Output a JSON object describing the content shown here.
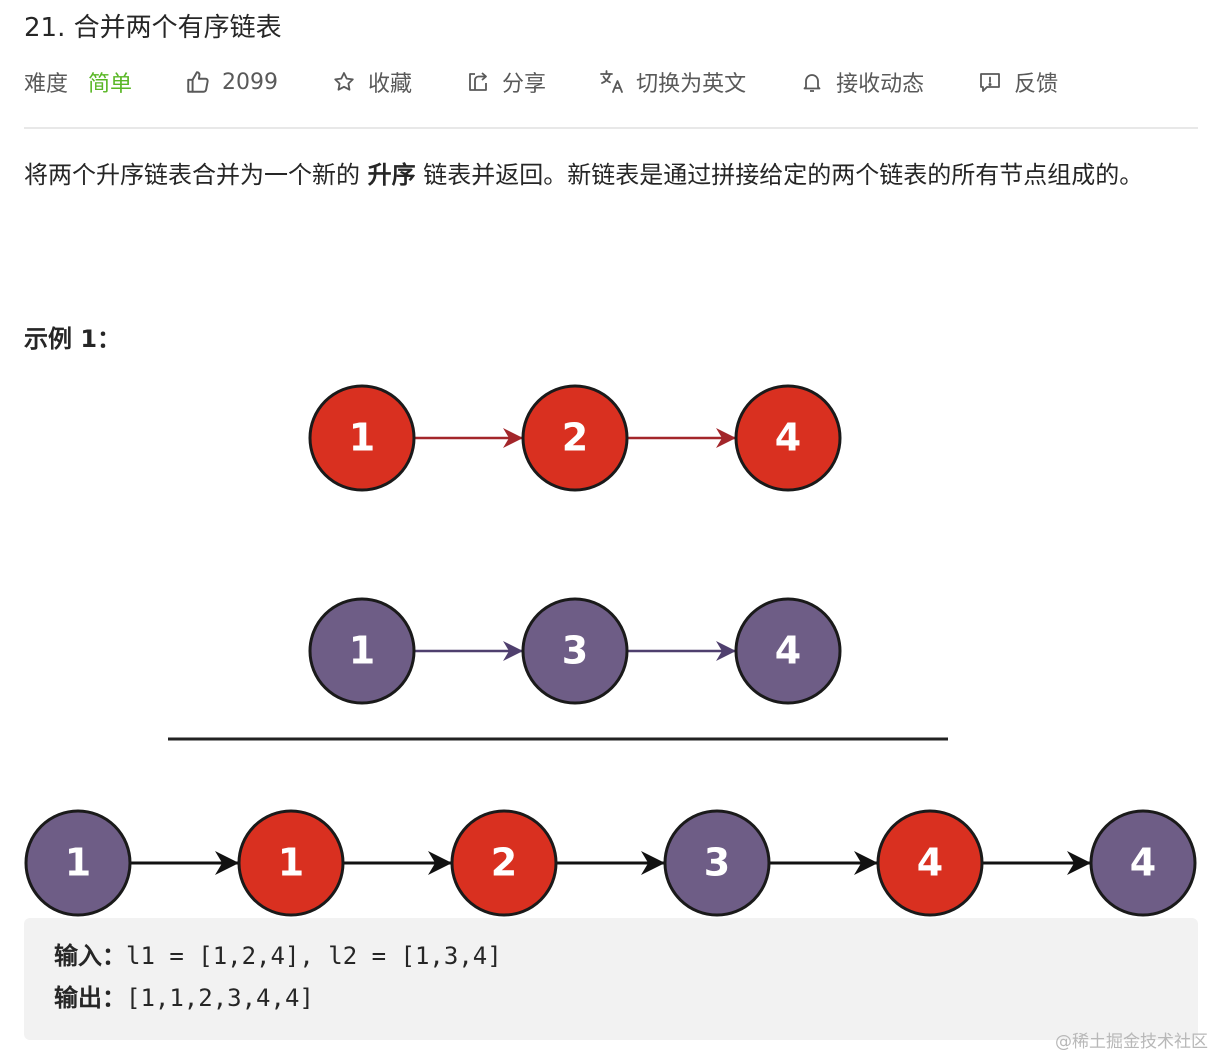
{
  "problem": {
    "title": "21. 合并两个有序链表"
  },
  "meta": {
    "difficulty_label": "难度",
    "difficulty_value": "简单",
    "likes": "2099",
    "favorite_label": "收藏",
    "share_label": "分享",
    "translate_label": "切换为英文",
    "subscribe_label": "接收动态",
    "feedback_label": "反馈"
  },
  "colors": {
    "difficulty_easy": "#5ab726",
    "node_red": "#d93020",
    "node_purple": "#6e5d86",
    "arrow_red": "#a3262a",
    "arrow_purple": "#4f3f6e",
    "arrow_black": "#111111"
  },
  "icons": {
    "likes": "thumbs-up-icon",
    "favorite": "star-icon",
    "share": "share-icon",
    "translate": "translate-icon",
    "subscribe": "bell-icon",
    "feedback": "feedback-icon"
  },
  "description": {
    "text_before": "将两个升序链表合并为一个新的 ",
    "text_bold": "升序",
    "text_after": " 链表并返回。新链表是通过拼接给定的两个链表的所有节点组成的。"
  },
  "example": {
    "title": "示例 1：",
    "input_label": "输入：",
    "input_value": "l1 = [1,2,4], l2 = [1,3,4]",
    "output_label": "输出：",
    "output_value": "[1,1,2,3,4,4]"
  },
  "diagram": {
    "list1": [
      {
        "value": "1",
        "color": "red"
      },
      {
        "value": "2",
        "color": "red"
      },
      {
        "value": "4",
        "color": "red"
      }
    ],
    "list2": [
      {
        "value": "1",
        "color": "purple"
      },
      {
        "value": "3",
        "color": "purple"
      },
      {
        "value": "4",
        "color": "purple"
      }
    ],
    "merged": [
      {
        "value": "1",
        "color": "purple"
      },
      {
        "value": "1",
        "color": "red"
      },
      {
        "value": "2",
        "color": "red"
      },
      {
        "value": "3",
        "color": "purple"
      },
      {
        "value": "4",
        "color": "red"
      },
      {
        "value": "4",
        "color": "purple"
      }
    ]
  },
  "watermark": "@稀土掘金技术社区"
}
